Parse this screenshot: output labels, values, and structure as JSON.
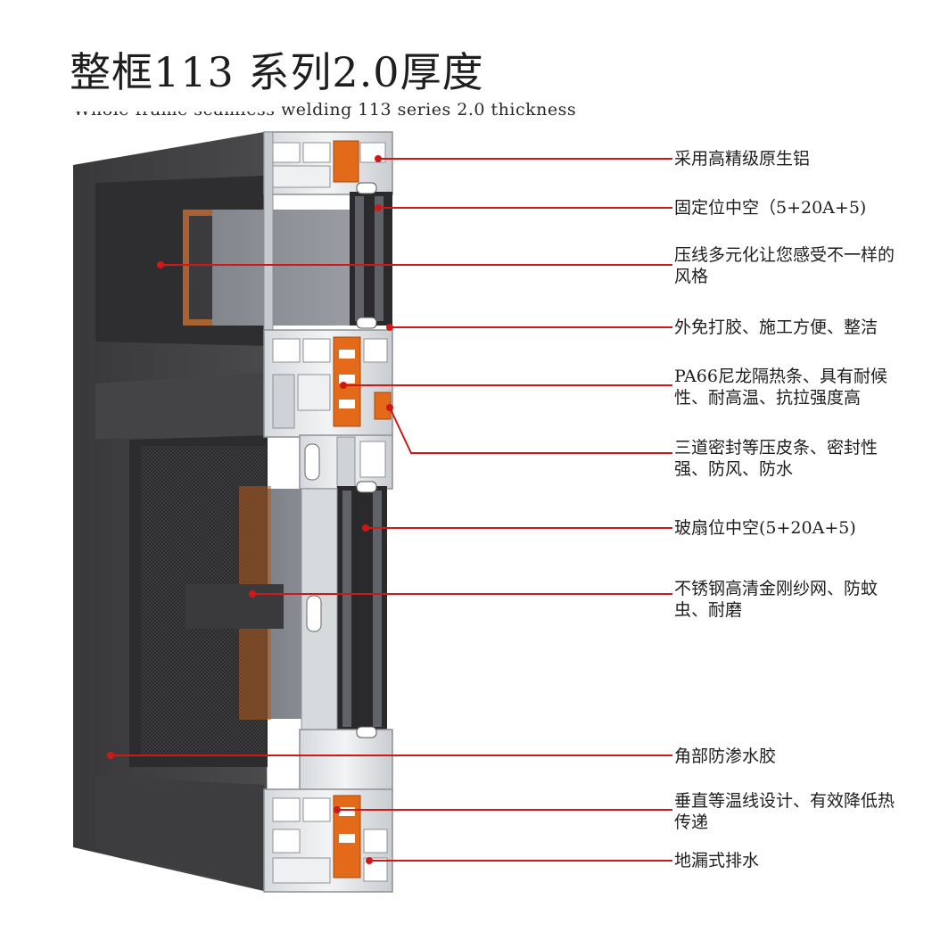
{
  "title": "整框113 系列2.0厚度",
  "subtitle": "Whole frame seamless welding 113 series 2.0 thickness",
  "colors": {
    "leader": "#d01818",
    "frame_dark": "#3f3f41",
    "profile_light": "#e4e6e8",
    "thermal_break": "#e26a18",
    "glass": "#8c9096"
  },
  "callouts": [
    {
      "text": "采用高精级原生铝"
    },
    {
      "text": "固定位中空（5+20A+5)"
    },
    {
      "text": "压线多元化让您感受不一样的风格"
    },
    {
      "text": "外免打胶、施工方便、整洁"
    },
    {
      "text": "PA66尼龙隔热条、具有耐候性、耐高温、抗拉强度高"
    },
    {
      "text": "三道密封等压皮条、密封性强、防风、防水"
    },
    {
      "text": "玻扇位中空(5+20A+5)"
    },
    {
      "text": "不锈钢高清金刚纱网、防蚊虫、耐磨"
    },
    {
      "text": "角部防渗水胶"
    },
    {
      "text": "垂直等温线设计、有效降低热传递"
    },
    {
      "text": "地漏式排水"
    }
  ]
}
